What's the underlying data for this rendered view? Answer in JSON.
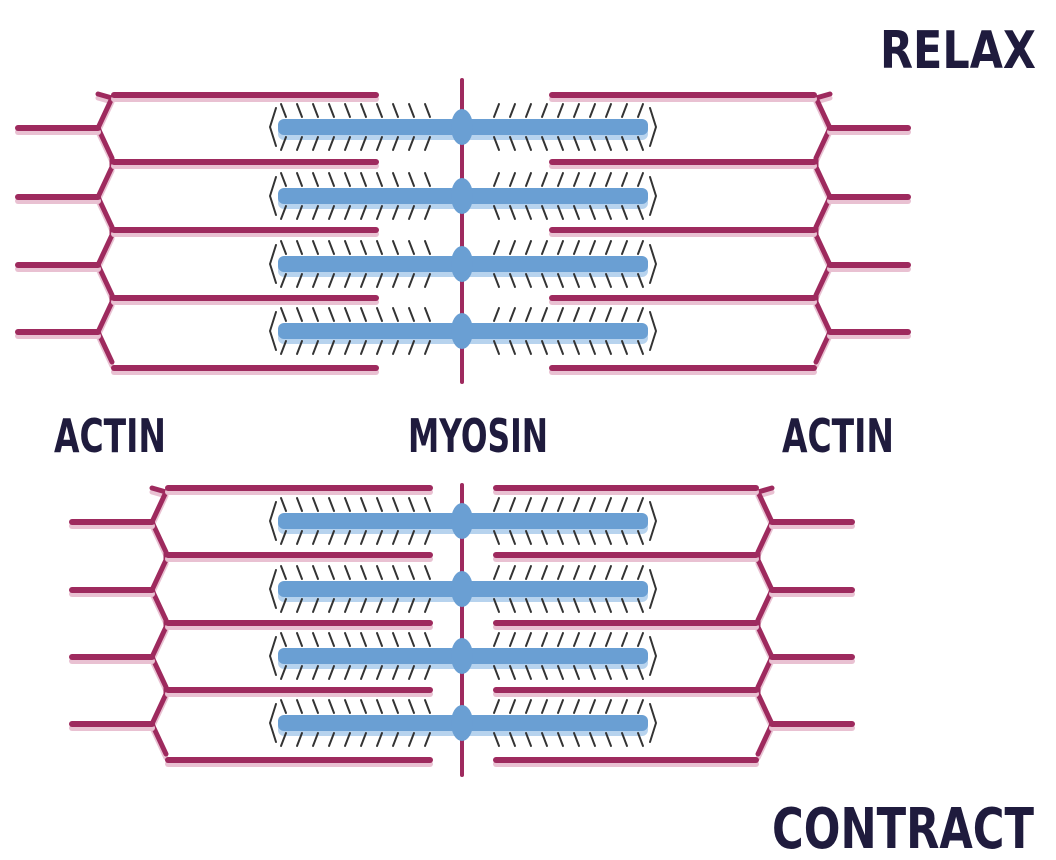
{
  "labels": {
    "relax": "RELAX",
    "contract": "CONTRACT",
    "actin_left": "ACTIN",
    "myosin": "MYOSIN",
    "actin_right": "ACTIN"
  },
  "colors": {
    "actin": "#9e2a5e",
    "actin_shadow": "#e9c1d2",
    "myosin": "#6a9fd3",
    "myosin_shadow": "#b7d3ee",
    "heads": "#333333",
    "text": "#1f1b3d"
  },
  "states": [
    {
      "name": "relax",
      "sarcomere": "long"
    },
    {
      "name": "contract",
      "sarcomere": "short"
    }
  ]
}
